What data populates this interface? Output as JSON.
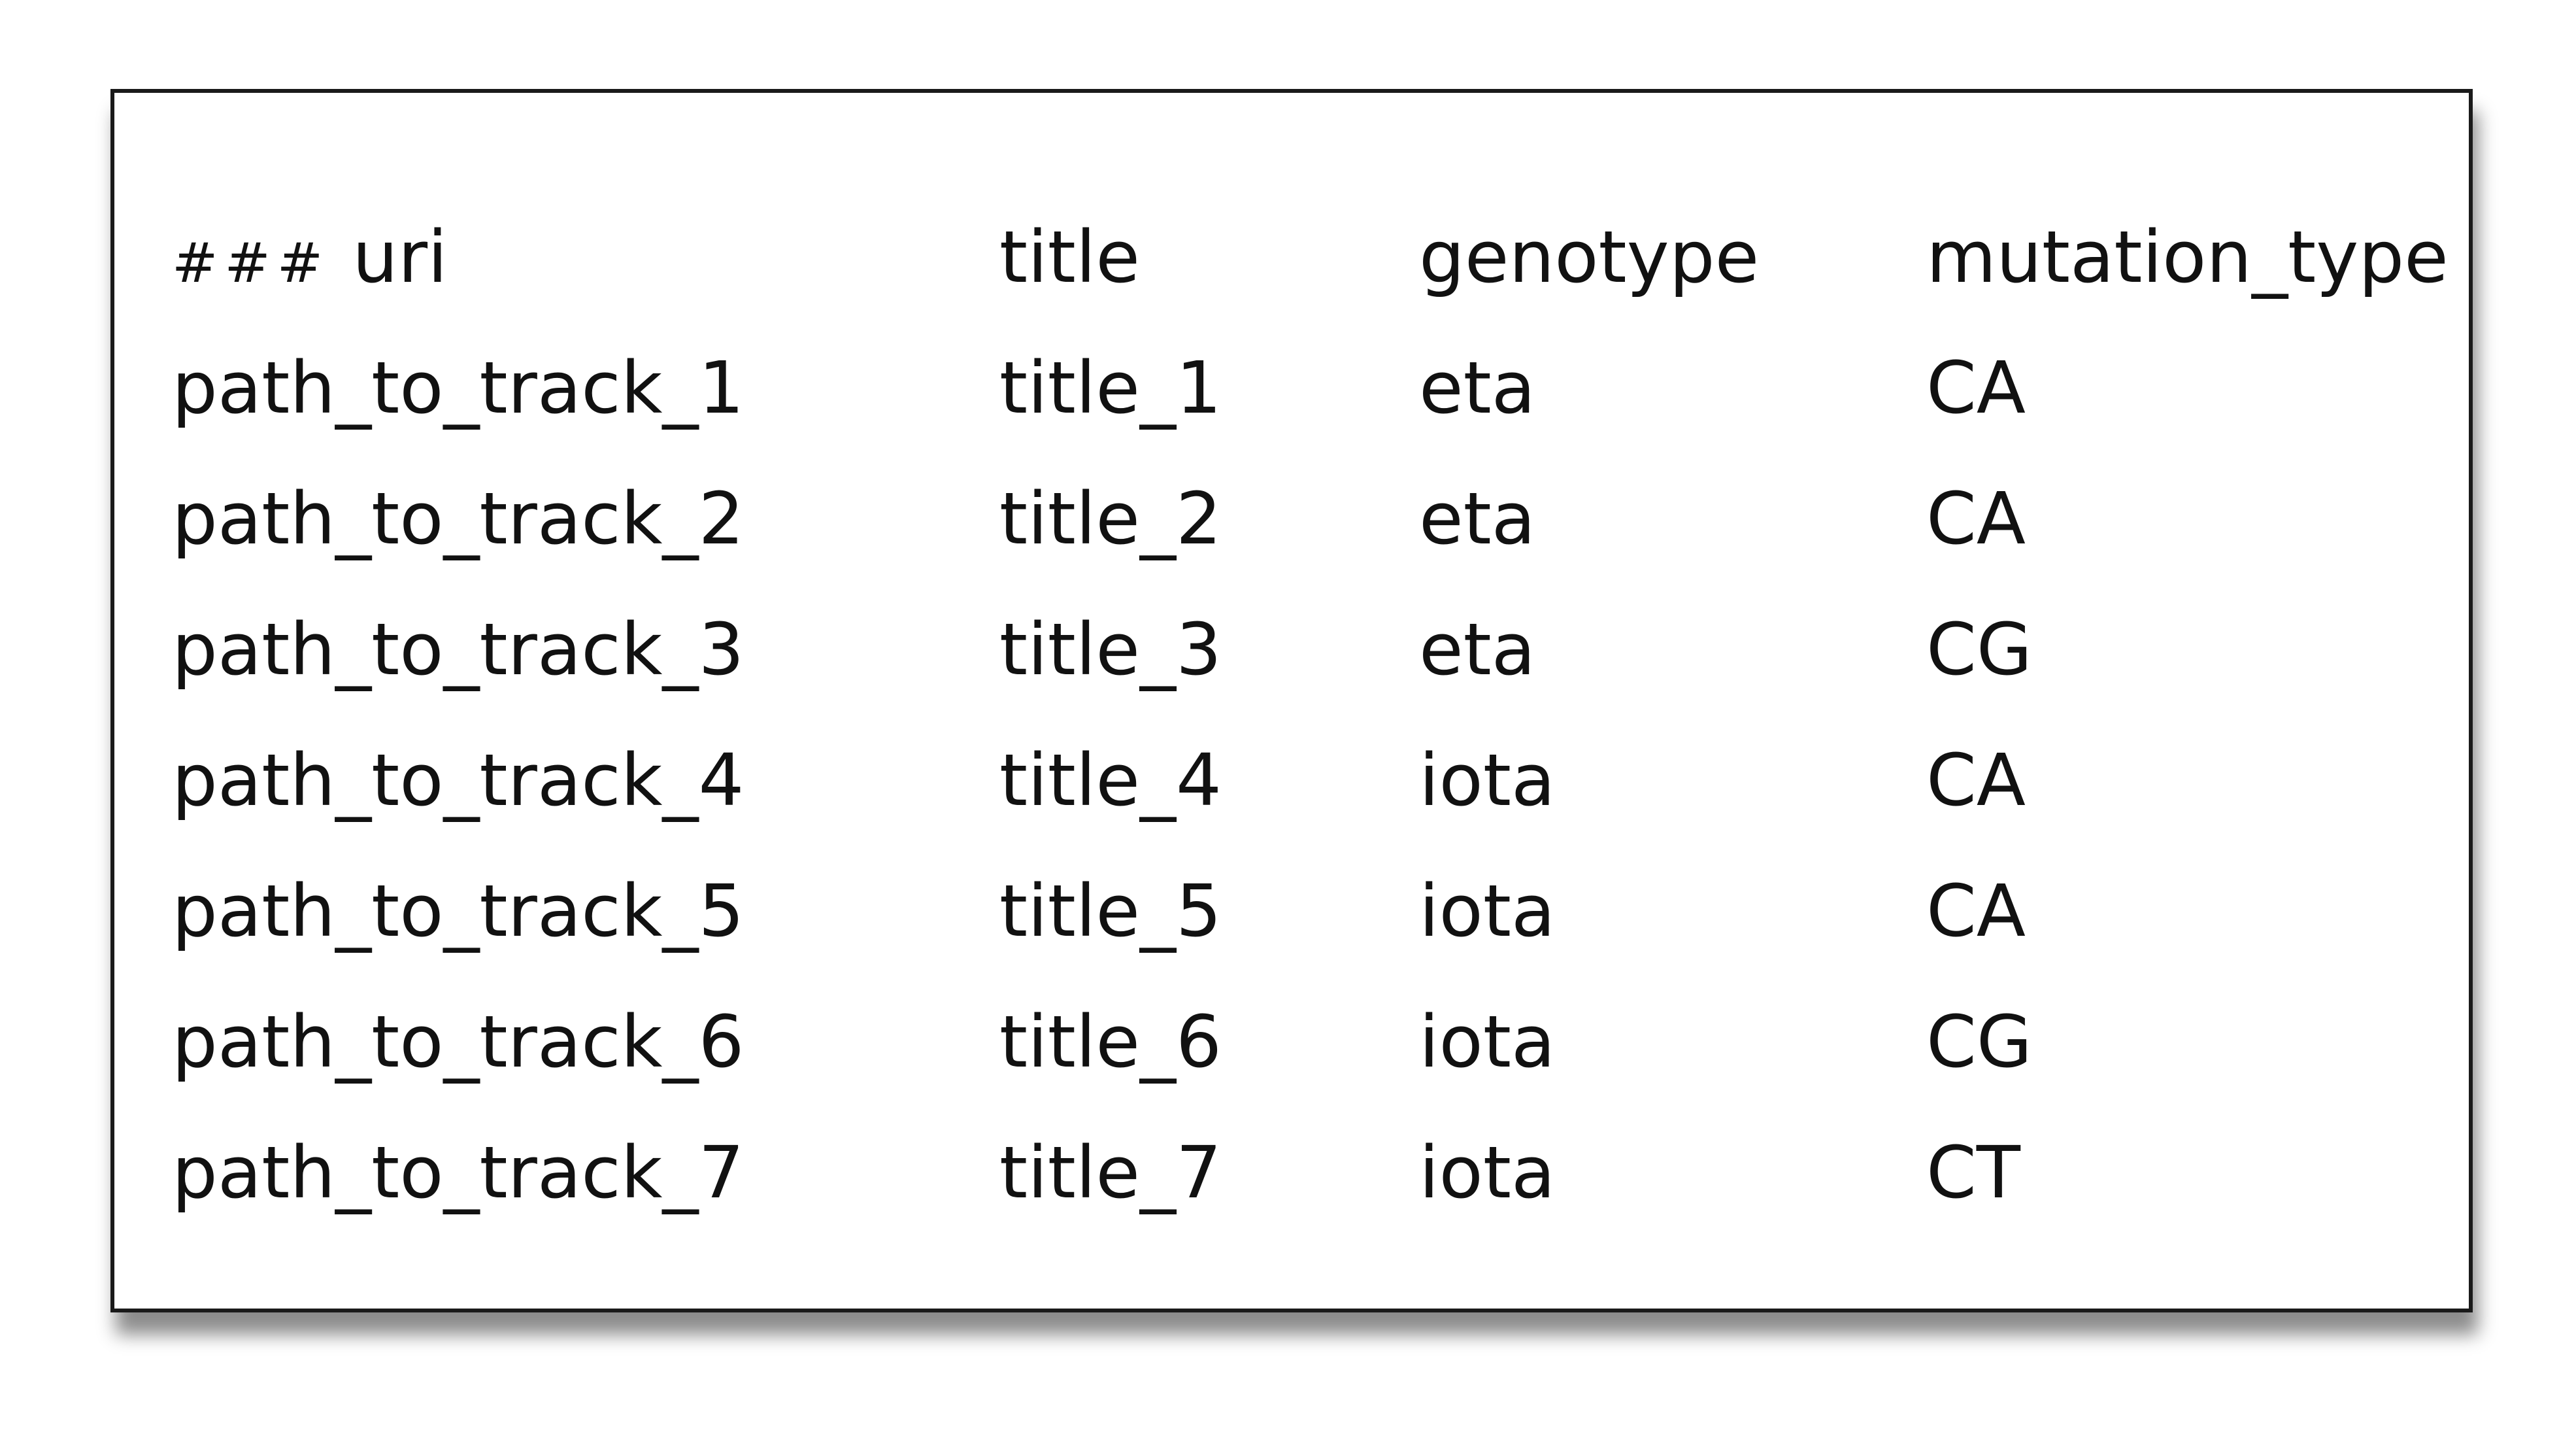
{
  "table": {
    "header": {
      "hashes": "###",
      "uri": "uri",
      "title": "title",
      "genotype": "genotype",
      "mutation_type": "mutation_type"
    },
    "rows": [
      {
        "uri": "path_to_track_1",
        "title": "title_1",
        "genotype": "eta",
        "mutation_type": "CA"
      },
      {
        "uri": "path_to_track_2",
        "title": "title_2",
        "genotype": "eta",
        "mutation_type": "CA"
      },
      {
        "uri": "path_to_track_3",
        "title": "title_3",
        "genotype": "eta",
        "mutation_type": "CG"
      },
      {
        "uri": "path_to_track_4",
        "title": "title_4",
        "genotype": "iota",
        "mutation_type": "CA"
      },
      {
        "uri": "path_to_track_5",
        "title": "title_5",
        "genotype": "iota",
        "mutation_type": "CA"
      },
      {
        "uri": "path_to_track_6",
        "title": "title_6",
        "genotype": "iota",
        "mutation_type": "CG"
      },
      {
        "uri": "path_to_track_7",
        "title": "title_7",
        "genotype": "iota",
        "mutation_type": "CT"
      }
    ]
  }
}
